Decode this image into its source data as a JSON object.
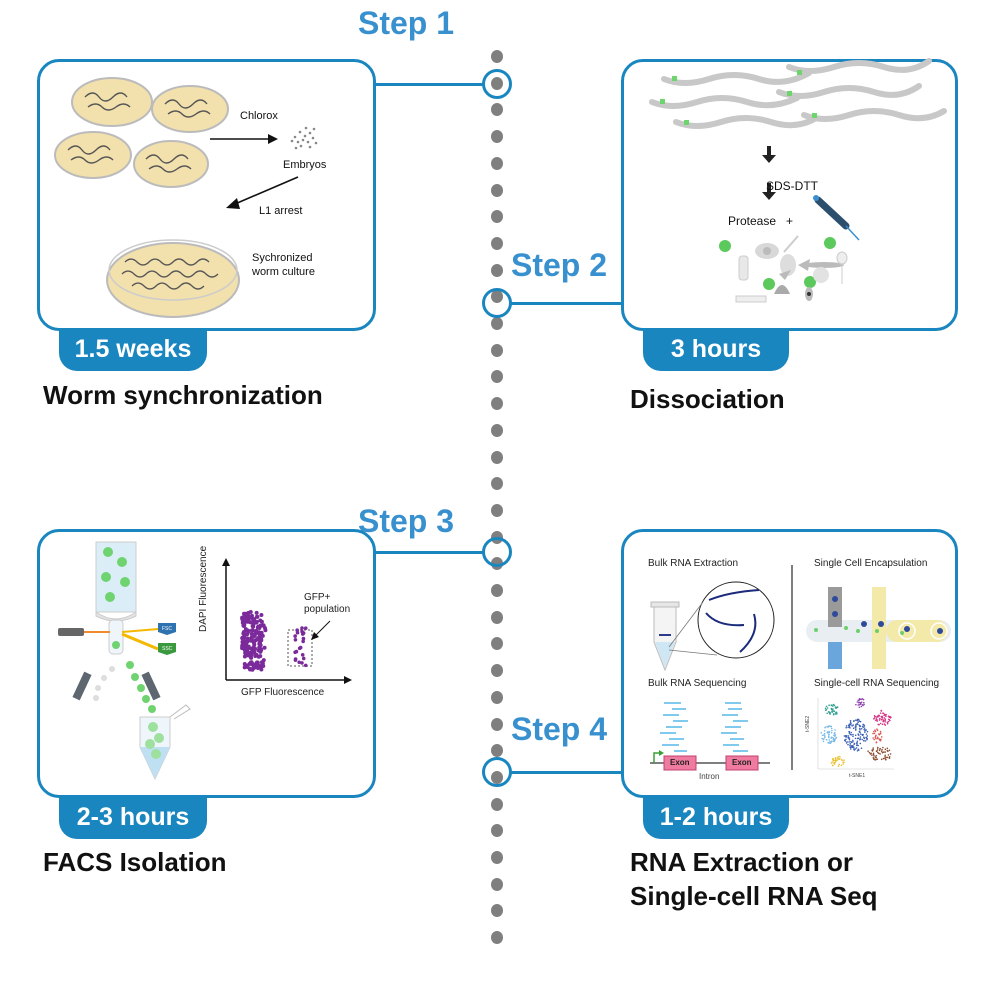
{
  "colors": {
    "accent": "#1a86c0",
    "step_label": "#3890cf",
    "timeline_dot": "#7f7f7f",
    "gfp_green": "#5cc95c",
    "facs_purple": "#7a2a9a"
  },
  "steps": [
    {
      "label": "Step 1",
      "duration": "1.5 weeks",
      "title": "Worm synchronization",
      "illustration": {
        "labels": [
          "Chlorox",
          "Embryos",
          "L1 arrest",
          "Sychronized",
          "worm culture"
        ]
      }
    },
    {
      "label": "Step 2",
      "duration": "3 hours",
      "title": "Dissociation",
      "illustration": {
        "labels": [
          "SDS-DTT",
          "Protease",
          "+"
        ]
      }
    },
    {
      "label": "Step 3",
      "duration": "2-3 hours",
      "title": "FACS Isolation",
      "illustration": {
        "detector_labels": [
          "FSC",
          "SSC"
        ],
        "plot_ylabel": "DAPI Fluorescence",
        "plot_xlabel": "GFP Fluorescence",
        "gate_label_line1": "GFP+",
        "gate_label_line2": "population"
      }
    },
    {
      "label": "Step 4",
      "duration": "1-2 hours",
      "title_line1": "RNA Extraction or",
      "title_line2": "Single-cell RNA Seq",
      "illustration": {
        "quadrants": [
          "Bulk RNA Extraction",
          "Single Cell Encapsulation",
          "Bulk RNA Sequencing",
          "Single-cell RNA Sequencing"
        ],
        "gene_labels": [
          "Exon",
          "Intron",
          "Exon"
        ],
        "tsne_xlabel": "t-SNE1",
        "tsne_ylabel": "t-SNE2"
      }
    }
  ]
}
